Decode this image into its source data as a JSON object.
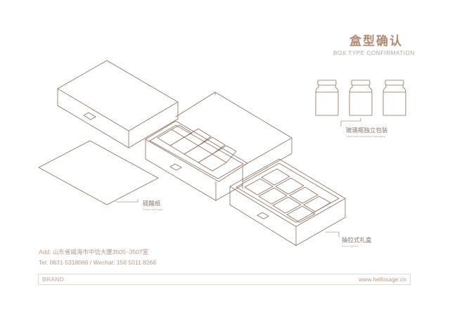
{
  "header": {
    "title_cn": "盒型确认",
    "title_en": "BOX TYPE CONFIRMATION"
  },
  "labels": {
    "glass_bottles": "玻璃瓶独立包装",
    "glass_bottles_sub": "Glass bottle independent packaging",
    "sulfuric_paper": "硫酸纸",
    "sulfuric_paper_sub": "Sulfuric acid paper",
    "drawer_box": "抽拉式礼盒",
    "drawer_box_sub": "Pull-out gift box"
  },
  "contact": {
    "address": "Add: 山东省威海市中信大厦3505~3507室",
    "phone": "Tel: 0631-5318066 / Wechat: 156 5011 8268"
  },
  "footer": {
    "brand": "BRAND",
    "website": "www.hellosage.cn"
  },
  "colors": {
    "accent": "#b08a72",
    "line": "#8c6f5e",
    "text": "#8c7668"
  }
}
